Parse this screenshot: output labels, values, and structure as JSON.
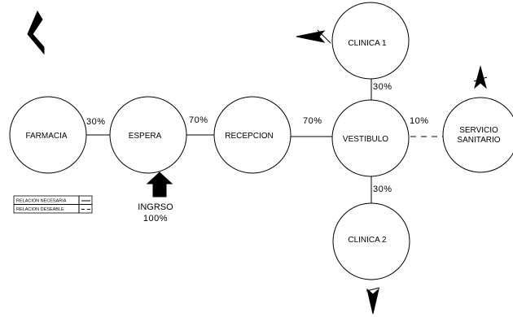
{
  "nodes": {
    "farmacia": "FARMACIA",
    "espera": "ESPERA",
    "recepcion": "RECEPCION",
    "vestibulo": "VESTIBULO",
    "clinica1": "CLINICA 1",
    "clinica2": "CLINICA 2",
    "servicio_line1": "SERVICIO",
    "servicio_line2": "SANITARIO"
  },
  "relations": {
    "farmacia_espera": "30%",
    "espera_recepcion": "70%",
    "recepcion_vestibulo": "70%",
    "vestibulo_servicio": "10%",
    "vestibulo_clinica1": "30%",
    "vestibulo_clinica2": "30%"
  },
  "entrance": {
    "label": "INGRSO",
    "percent": "100%"
  },
  "legend": {
    "necesaria": "RELACION NECESARIA",
    "deseable": "RELACION DESEABLE"
  },
  "north_icon": "north-arrow-icon"
}
